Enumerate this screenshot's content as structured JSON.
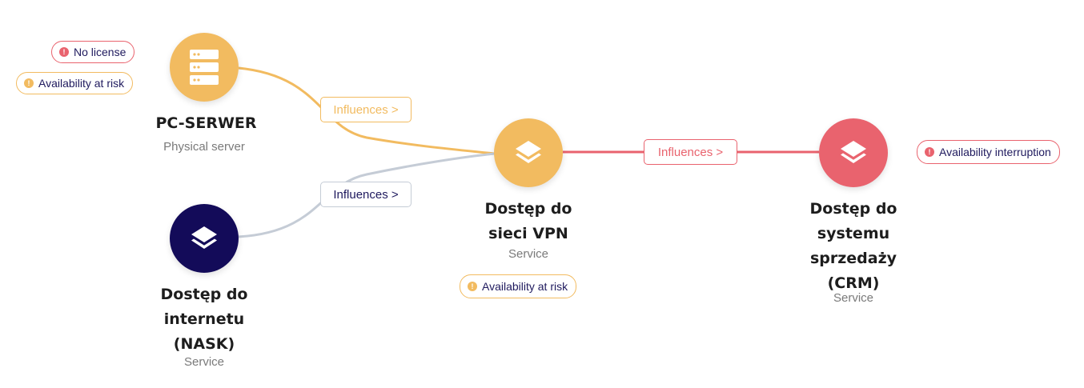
{
  "colors": {
    "orange": "#f2bb60",
    "red": "#e9636e",
    "navy": "#130b59",
    "gray_edge": "#c5ccd6",
    "badge_text": "#1f1a5e"
  },
  "nodes": {
    "pc_serwer": {
      "title": "PC-SERWER",
      "subtitle": "Physical server",
      "icon": "server-icon",
      "color": "#f2bb60",
      "badges": [
        {
          "text": "No license",
          "status": "red",
          "icon": "exclamation-icon"
        },
        {
          "text": "Availability at risk",
          "status": "orange",
          "icon": "exclamation-icon"
        }
      ]
    },
    "internet": {
      "title": "Dostęp do\ninternetu\n(NASK)",
      "subtitle": "Service",
      "icon": "layers-icon",
      "color": "#130b59"
    },
    "vpn": {
      "title": "Dostęp do\nsieci VPN",
      "subtitle": "Service",
      "icon": "layers-icon",
      "color": "#f2bb60",
      "badges": [
        {
          "text": "Availability at risk",
          "status": "orange",
          "icon": "exclamation-icon"
        }
      ]
    },
    "crm": {
      "title": "Dostęp do\nsystemu\nsprzedaży\n(CRM)",
      "subtitle": "Service",
      "icon": "layers-icon",
      "color": "#e9636e",
      "badges": [
        {
          "text": "Availability interruption",
          "status": "red",
          "icon": "exclamation-icon"
        }
      ]
    }
  },
  "edges": [
    {
      "from": "PC-SERWER",
      "to": "Dostęp do sieci VPN",
      "label": "Influences >",
      "color": "#f2bb60"
    },
    {
      "from": "Dostęp do internetu (NASK)",
      "to": "Dostęp do sieci VPN",
      "label": "Influences >",
      "color": "#c5ccd6"
    },
    {
      "from": "Dostęp do sieci VPN",
      "to": "Dostęp do systemu sprzedaży (CRM)",
      "label": "Influences >",
      "color": "#e9636e"
    }
  ]
}
